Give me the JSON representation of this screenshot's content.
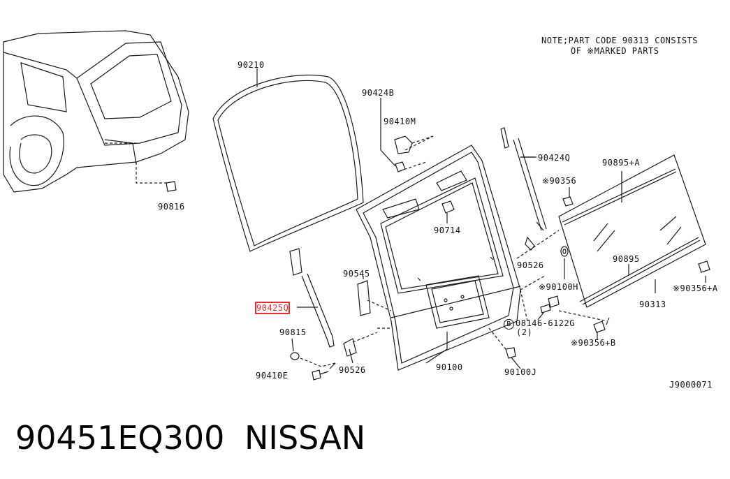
{
  "note": {
    "line1": "NOTE;PART CODE 90313 CONSISTS",
    "line2": "OF ※MARKED PARTS"
  },
  "labels": {
    "p90210": "90210",
    "p90424B": "90424B",
    "p90410M": "90410M",
    "p90424Q": "90424Q",
    "p90356": "※90356",
    "p90895A": "90895+A",
    "p90816": "90816",
    "p90714": "90714",
    "p90526_top": "90526",
    "p90895": "90895",
    "p90100H": "※90100H",
    "p90356A": "※90356+A",
    "p90545": "90545",
    "p90425Q": "90425Q",
    "p90313": "90313",
    "p08146": "08146-6122G",
    "p08146_qty": "(2)",
    "p08146_circle": "B",
    "p90815": "90815",
    "p90356B": "※90356+B",
    "p90410E": "90410E",
    "p90526_bottom": "90526",
    "p90100": "90100",
    "p90100J": "90100J",
    "diagram_code": "J9000071"
  },
  "caption": {
    "part_number": "90451EQ300",
    "brand": "NISSAN"
  },
  "colors": {
    "line": "#1a1a1a",
    "highlight": "#e03030"
  }
}
